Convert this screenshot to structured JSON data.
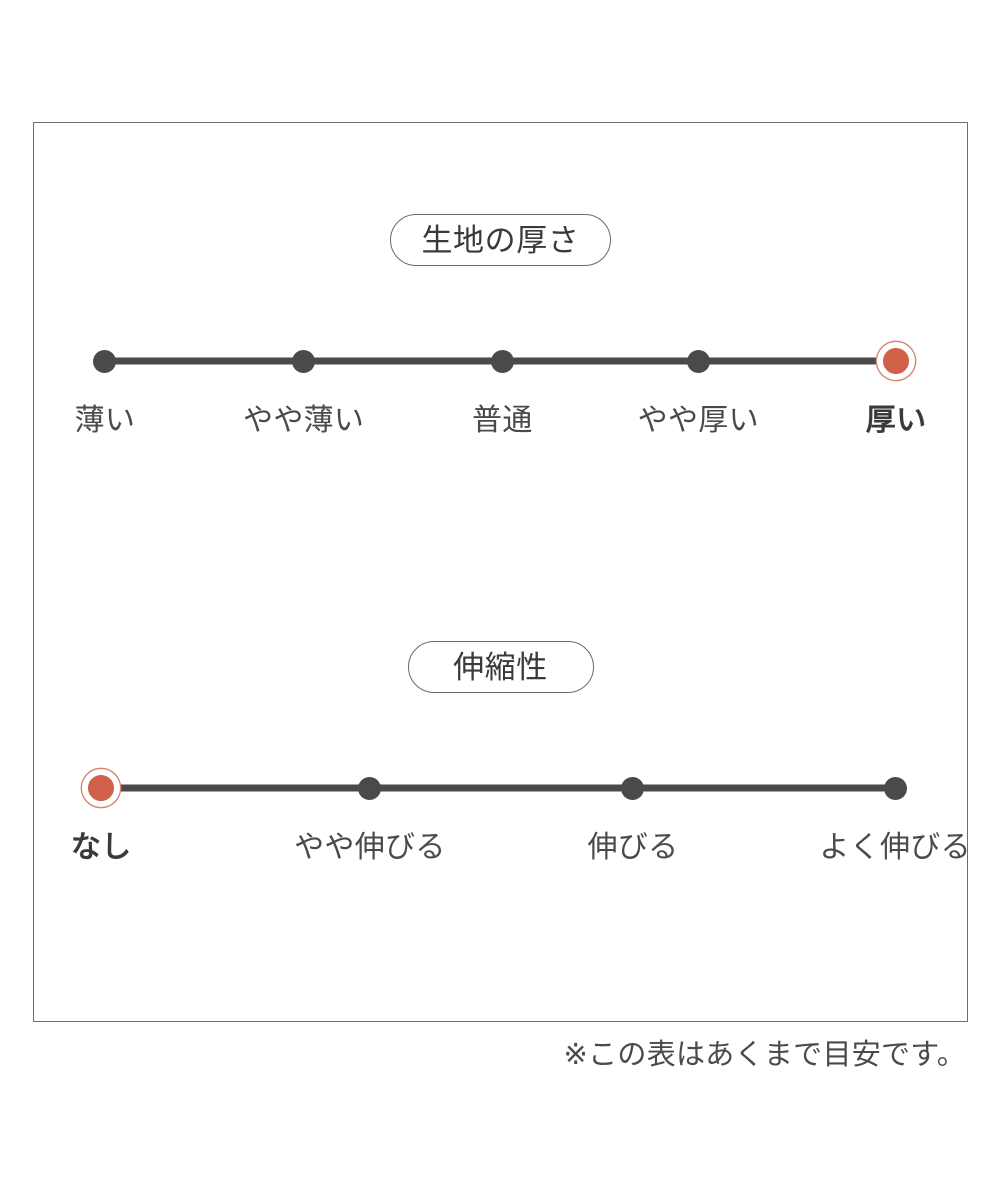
{
  "colors": {
    "accent": "#cf6149",
    "accent_ring": "#d8826c",
    "dot": "#4a4a4a",
    "track": "#4a4a4a",
    "border": "#6e6e6e",
    "text": "#4a4a4a",
    "background": "#ffffff"
  },
  "sections": [
    {
      "badge": "生地の厚さ",
      "selected_index": 4,
      "points": [
        {
          "label": "薄い",
          "x_pct": 7.6,
          "selected": false
        },
        {
          "label": "やや薄い",
          "x_pct": 28.9,
          "selected": false
        },
        {
          "label": "普通",
          "x_pct": 50.2,
          "selected": false
        },
        {
          "label": "やや厚い",
          "x_pct": 71.2,
          "selected": false
        },
        {
          "label": "厚い",
          "x_pct": 92.4,
          "selected": true
        }
      ]
    },
    {
      "badge": "伸縮性",
      "selected_index": 0,
      "points": [
        {
          "label": "なし",
          "x_pct": 7.2,
          "selected": true
        },
        {
          "label": "やや伸びる",
          "x_pct": 36.0,
          "selected": false
        },
        {
          "label": "伸びる",
          "x_pct": 64.2,
          "selected": false
        },
        {
          "label": "よく伸びる",
          "x_pct": 92.3,
          "selected": false
        }
      ]
    }
  ],
  "footnote": "※この表はあくまで目安です。"
}
